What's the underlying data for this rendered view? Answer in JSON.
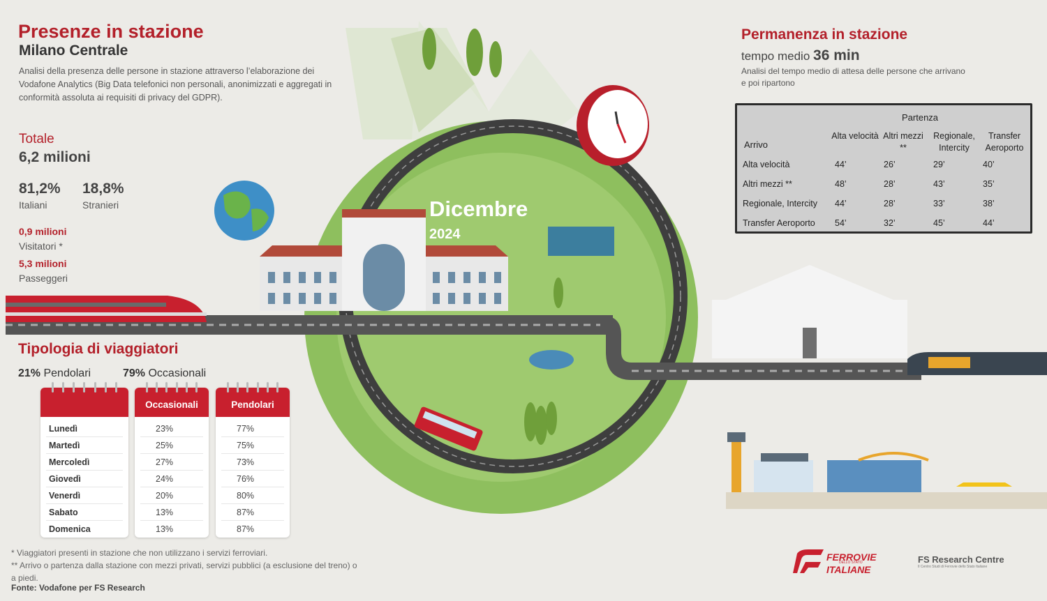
{
  "header": {
    "title": "Presenze in stazione",
    "subtitle": "Milano Centrale",
    "description": "Analisi della presenza delle persone in stazione attraverso l’elaborazione dei Vodafone Analytics (Big Data telefonici non personali, anonimizzati e aggregati in conformità assoluta ai requisiti di privacy del GDPR)."
  },
  "totals": {
    "label": "Totale",
    "value": "6,2 milioni",
    "italiani_pct": "81,2%",
    "italiani_label": "Italiani",
    "stranieri_pct": "18,8%",
    "stranieri_label": "Stranieri",
    "visitatori_value": "0,9 milioni",
    "visitatori_label": "Visitatori *",
    "passeggeri_value": "5,3 milioni",
    "passeggeri_label": "Passeggeri"
  },
  "period": {
    "month": "Dicembre",
    "year": "2024"
  },
  "tipologia": {
    "title": "Tipologia di viaggiatori",
    "pendolari_pct": "21%",
    "pendolari_label": "Pendolari",
    "occasionali_pct": "79%",
    "occasionali_label": "Occasionali",
    "occasionali_header": "Occasionali",
    "pendolari_header": "Pendolari",
    "days": [
      {
        "day": "Lunedì",
        "occ": "23%",
        "pen": "77%"
      },
      {
        "day": "Martedì",
        "occ": "25%",
        "pen": "75%"
      },
      {
        "day": "Mercoledì",
        "occ": "27%",
        "pen": "73%"
      },
      {
        "day": "Giovedì",
        "occ": "24%",
        "pen": "76%"
      },
      {
        "day": "Venerdì",
        "occ": "20%",
        "pen": "80%"
      },
      {
        "day": "Sabato",
        "occ": "13%",
        "pen": "87%"
      },
      {
        "day": "Domenica",
        "occ": "13%",
        "pen": "87%"
      }
    ]
  },
  "permanenza": {
    "title": "Permanenza in stazione",
    "sub_label": "tempo medio",
    "sub_value": "36 min",
    "description": "Analisi del tempo medio di attesa delle persone che arrivano e poi ripartono",
    "matrix": {
      "partenza": "Partenza",
      "arrivo": "Arrivo",
      "cols": [
        "Alta velocità",
        "Altri mezzi **",
        "Regionale, Intercity",
        "Transfer Aeroporto"
      ],
      "rows": [
        {
          "label": "Alta velocità",
          "vals": [
            "44’",
            "26’",
            "29’",
            "40’"
          ]
        },
        {
          "label": "Altri mezzi **",
          "vals": [
            "48’",
            "28’",
            "43’",
            "35’"
          ]
        },
        {
          "label": "Regionale, Intercity",
          "vals": [
            "44’",
            "28’",
            "33’",
            "38’"
          ]
        },
        {
          "label": "Transfer Aeroporto",
          "vals": [
            "54’",
            "32’",
            "45’",
            "44’"
          ]
        }
      ]
    }
  },
  "notes": {
    "n1": "* Viaggiatori presenti in stazione che non utilizzano i servizi ferroviari.",
    "n2": "** Arrivo o partenza dalla stazione con mezzi privati, servizi pubblici (a esclusione del treno) o a piedi.",
    "fonte": "Fonte: Vodafone per FS Research"
  },
  "logos": {
    "fs_line1": "FERROVIE",
    "fs_line2": "DELLO STATO",
    "fs_line3": "ITALIANE",
    "research": "FS Research Centre",
    "research_sub": "Il Centro Studi di Ferrovie dello Stato Italiane"
  },
  "colors": {
    "brand_red": "#b3202a",
    "green": "#8dbd5c",
    "track": "#3e3e3e"
  }
}
